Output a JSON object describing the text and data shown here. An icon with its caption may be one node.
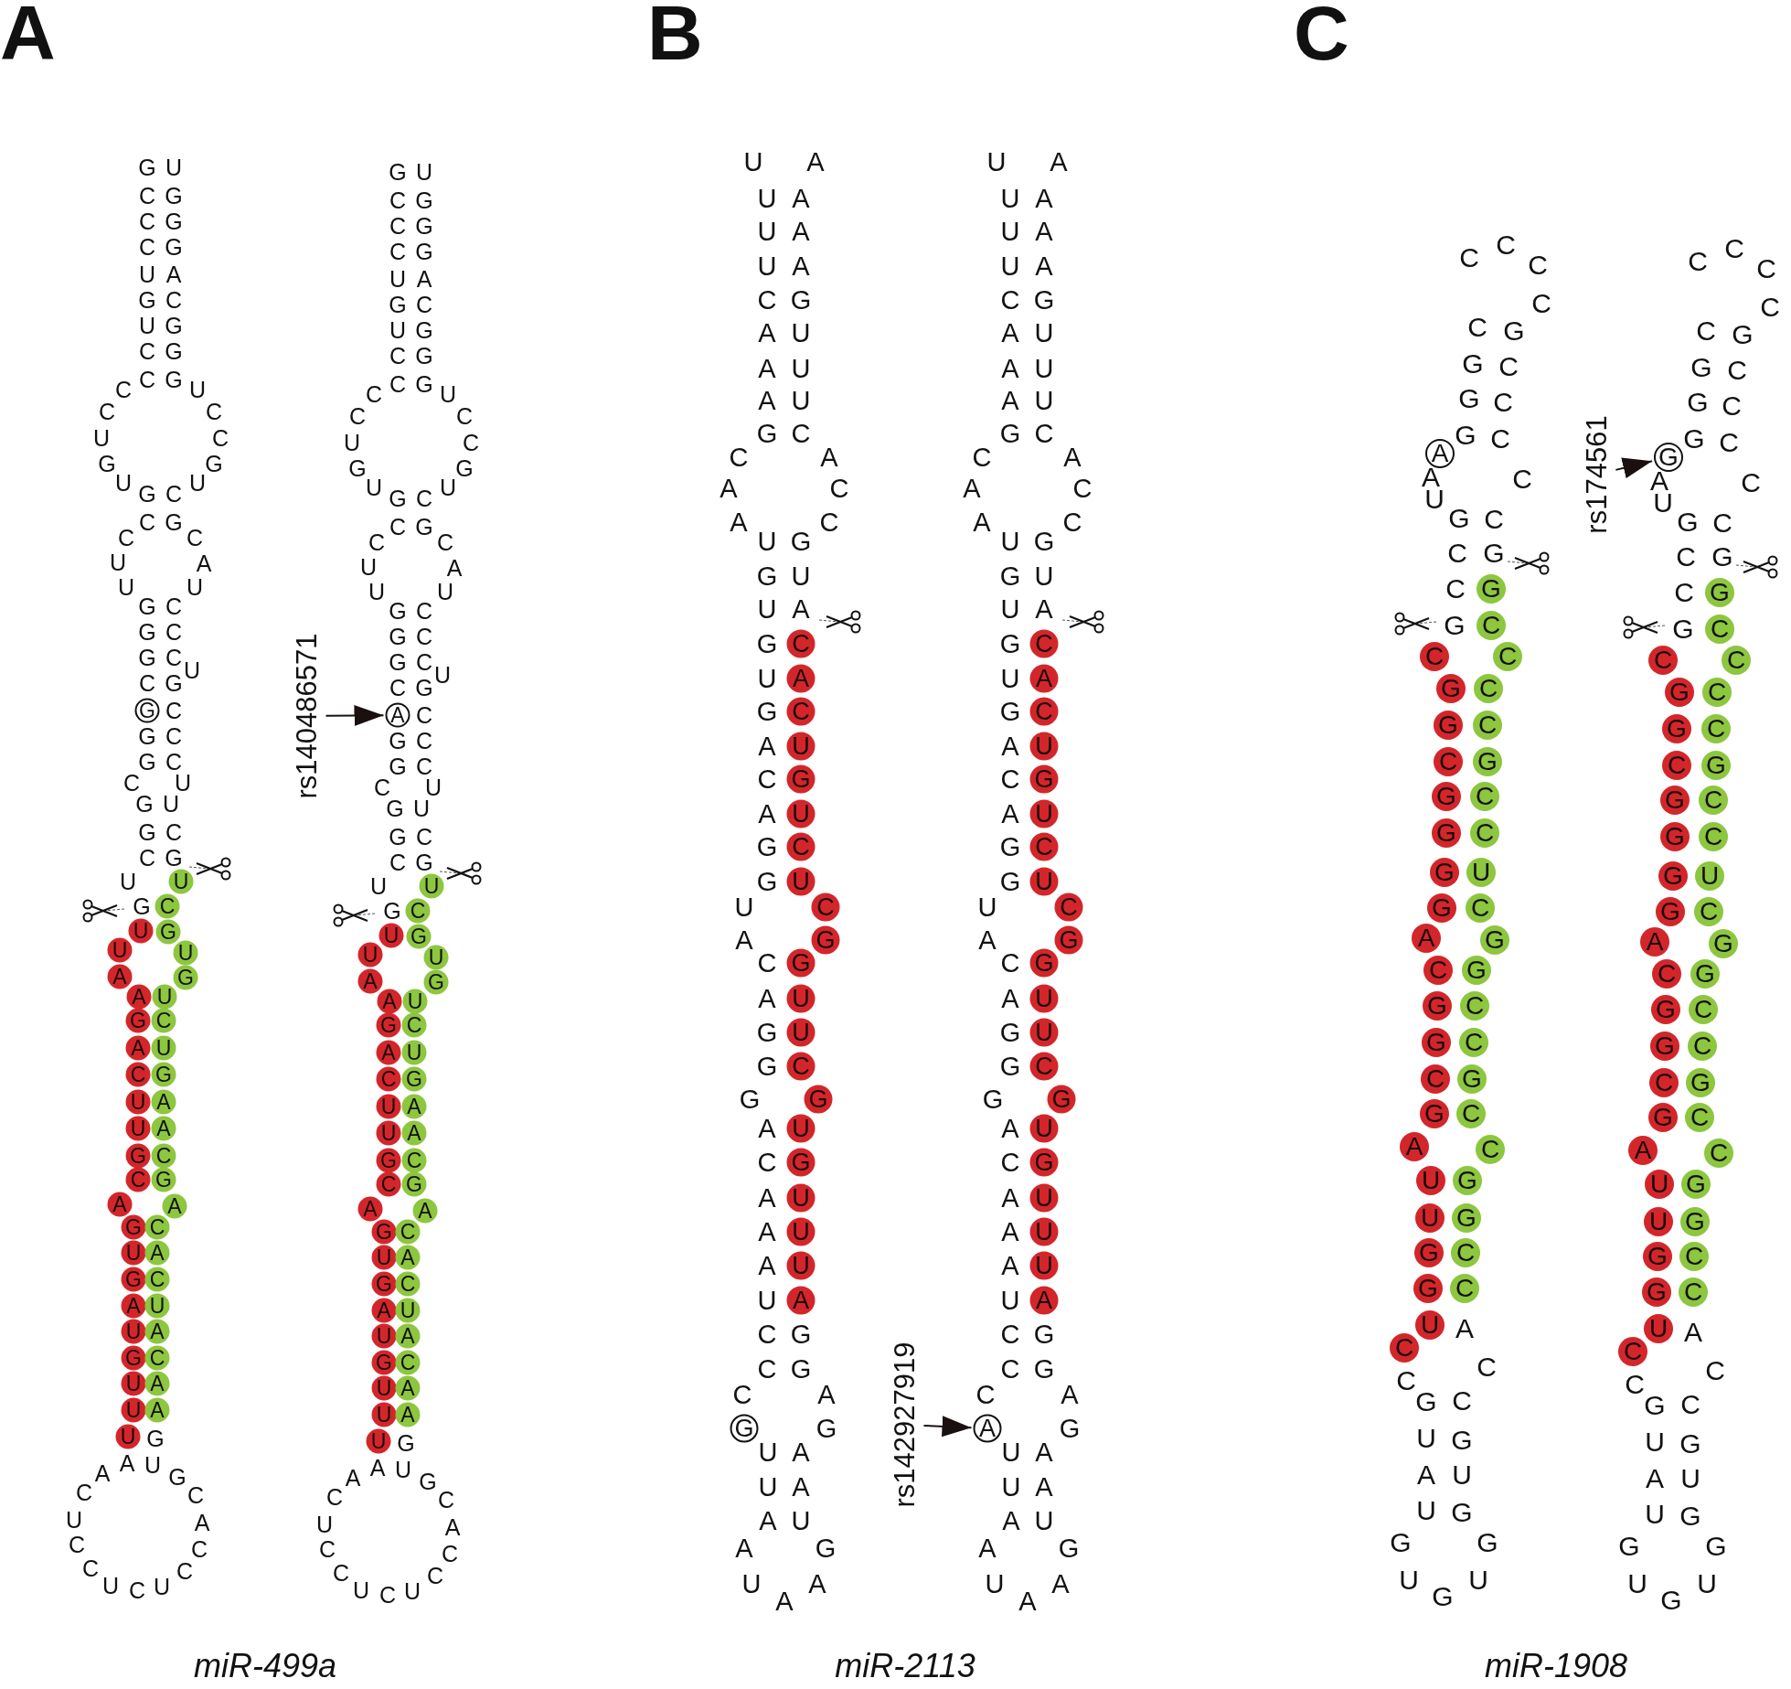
{
  "diagram": {
    "nodes": [
      {
        "text": [
          "G"
        ]
      },
      {
        "text": [
          "U"
        ]
      },
      {
        "text": [
          "C"
        ]
      },
      {
        "text": [
          "U"
        ]
      },
      {
        "text": [
          "G"
        ]
      },
      {
        "text": [
          "U"
        ]
      },
      {
        "text": [
          "U"
        ]
      },
      {
        "text": [
          "A"
        ]
      },
      {
        "text": [
          "G"
        ]
      },
      {
        "text": [
          "A"
        ]
      },
      {
        "text": [
          "U"
        ]
      },
      {
        "text": [
          "G"
        ]
      },
      {
        "text": [
          "C"
        ]
      },
      {
        "text": [
          "A"
        ]
      },
      {
        "text": [
          "U"
        ]
      },
      {
        "text": [
          "C"
        ]
      },
      {
        "text": [
          "G"
        ]
      },
      {
        "text": [
          "U"
        ]
      },
      {
        "text": [
          "A"
        ]
      },
      {
        "text": [
          "U"
        ]
      },
      {
        "text": [
          "A"
        ]
      },
      {
        "text": [
          "G"
        ]
      },
      {
        "text": [
          "C"
        ]
      },
      {
        "text": [
          "C"
        ]
      },
      {
        "text": [
          "G"
        ]
      },
      {
        "text": [
          "A"
        ]
      },
      {
        "text": [
          "A"
        ]
      },
      {
        "text": [
          "G"
        ]
      },
      {
        "text": [
          "C"
        ]
      },
      {
        "text": [
          "U"
        ]
      },
      {
        "text": [
          "A"
        ]
      },
      {
        "text": [
          "G"
        ]
      },
      {
        "text": [
          "C"
        ]
      },
      {
        "text": [
          "A"
        ]
      },
      {
        "text": [
          "U"
        ]
      },
      {
        "text": [
          "U"
        ]
      },
      {
        "text": [
          "A"
        ]
      },
      {
        "text": [
          "G"
        ]
      },
      {
        "text": [
          "C"
        ]
      },
      {
        "text": [
          "U"
        ]
      },
      {
        "text": [
          "A"
        ]
      },
      {
        "text": [
          "U"
        ]
      },
      {
        "text": [
          "A"
        ]
      },
      {
        "text": [
          "U"
        ]
      },
      {
        "text": [
          "A"
        ]
      },
      {
        "text": [
          "U"
        ]
      },
      {
        "text": [
          "C"
        ]
      },
      {
        "text": [
          "U"
        ]
      },
      {
        "text": [
          "G"
        ]
      },
      {
        "text": [
          "U"
        ]
      },
      {
        "text": [
          "U"
        ]
      },
      {
        "text": [
          "A"
        ]
      },
      {
        "text": [
          "G"
        ]
      },
      {
        "text": [
          "A"
        ]
      },
      {
        "text": [
          "U"
        ]
      },
      {
        "text": [
          "G"
        ]
      },
      {
        "text": [
          "C"
        ]
      },
      {
        "text": [
          "A"
        ]
      },
      {
        "text": [
          "U"
        ]
      },
      {
        "text": [
          "C"
        ]
      },
      {
        "text": [
          "G"
        ]
      },
      {
        "text": [
          "U"
        ]
      },
      {
        "text": [
          "A"
        ]
      },
      {
        "text": [
          "U"
        ]
      },
      {
        "text": [
          "A"
        ]
      },
      {
        "text": [
          "G"
        ]
      },
      {
        "text": [
          "C"
        ]
      },
      {
        "text": [
          "C"
        ]
      },
      {
        "text": [
          "G"
        ]
      },
      {
        "text": [
          "A"
        ]
      },
      {
        "text": [
          "A"
        ]
      },
      {
        "text": [
          "G"
        ]
      },
      {
        "text": [
          "C"
        ]
      },
      {
        "text": [
          "U"
        ]
      },
      {
        "text": [
          "A"
        ]
      },
      {
        "text": [
          "G"
        ]
      },
      {
        "text": [
          "C"
        ]
      },
      {
        "text": [
          "A"
        ]
      },
      {
        "text": [
          "U"
        ]
      },
      {
        "text": [
          "U"
        ]
      },
      {
        "text": [
          "A"
        ]
      },
      {
        "text": [
          "G"
        ]
      },
      {
        "text": [
          "C"
        ]
      },
      {
        "text": [
          "U"
        ]
      },
      {
        "text": [
          "A"
        ]
      },
      {
        "text": [
          "U"
        ]
      },
      {
        "text": [
          "A"
        ]
      },
      {
        "text": [
          "U"
        ]
      },
      {
        "text": [
          "rs140486571"
        ]
      },
      {
        "text": [
          "C"
        ]
      },
      {
        "text": [
          "A"
        ]
      },
      {
        "text": [
          "C"
        ]
      },
      {
        "text": [
          "U"
        ]
      },
      {
        "text": [
          "G"
        ]
      },
      {
        "text": [
          "U"
        ]
      },
      {
        "text": [
          "C"
        ]
      },
      {
        "text": [
          "U"
        ]
      },
      {
        "text": [
          "C"
        ]
      },
      {
        "text": [
          "G"
        ]
      },
      {
        "text": [
          "G"
        ]
      },
      {
        "text": [
          "U"
        ]
      },
      {
        "text": [
          "U"
        ]
      },
      {
        "text": [
          "C"
        ]
      },
      {
        "text": [
          "G"
        ]
      },
      {
        "text": [
          "U"
        ]
      },
      {
        "text": [
          "G"
        ]
      },
      {
        "text": [
          "U"
        ]
      },
      {
        "text": [
          "U"
        ]
      },
      {
        "text": [
          "U"
        ]
      },
      {
        "text": [
          "A"
        ]
      },
      {
        "text": [
          "G"
        ]
      },
      {
        "text": [
          "C"
        ]
      },
      {
        "text": [
          "A"
        ]
      },
      {
        "text": [
          "C"
        ]
      },
      {
        "text": [
          "U"
        ]
      },
      {
        "text": [
          "G"
        ]
      },
      {
        "text": [
          "U"
        ]
      },
      {
        "text": [
          "C"
        ]
      },
      {
        "text": [
          "U"
        ]
      },
      {
        "text": [
          "C"
        ]
      },
      {
        "text": [
          "G"
        ]
      },
      {
        "text": [
          "G"
        ]
      },
      {
        "text": [
          "U"
        ]
      },
      {
        "text": [
          "U"
        ]
      },
      {
        "text": [
          "C"
        ]
      },
      {
        "text": [
          "G"
        ]
      },
      {
        "text": [
          "U"
        ]
      },
      {
        "text": [
          "G"
        ]
      },
      {
        "text": [
          "U"
        ]
      },
      {
        "text": [
          "U"
        ]
      },
      {
        "text": [
          "U"
        ]
      },
      {
        "text": [
          "A"
        ]
      },
      {
        "text": [
          "A"
        ]
      },
      {
        "text": [
          "rs142927919"
        ]
      },
      {
        "text": [
          "A"
        ]
      },
      {
        "text": [
          "G"
        ]
      },
      {
        "text": [
          "C"
        ]
      },
      {
        "text": [
          "C"
        ]
      },
      {
        "text": [
          "C"
        ]
      },
      {
        "text": [
          "G"
        ]
      },
      {
        "text": [
          "C"
        ]
      },
      {
        "text": [
          "G"
        ]
      },
      {
        "text": [
          "C"
        ]
      },
      {
        "text": [
          "C"
        ]
      },
      {
        "text": [
          "G"
        ]
      },
      {
        "text": [
          "G"
        ]
      },
      {
        "text": [
          "C"
        ]
      },
      {
        "text": [
          "G"
        ]
      },
      {
        "text": [
          "C"
        ]
      },
      {
        "text": [
          "G"
        ]
      },
      {
        "text": [
          "U"
        ]
      },
      {
        "text": [
          "G"
        ]
      },
      {
        "text": [
          "C"
        ]
      },
      {
        "text": [
          "A"
        ]
      },
      {
        "text": [
          "G"
        ]
      },
      {
        "text": [
          "C"
        ]
      },
      {
        "text": [
          "G"
        ]
      },
      {
        "text": [
          "G"
        ]
      },
      {
        "text": [
          "C"
        ]
      },
      {
        "text": [
          "G"
        ]
      },
      {
        "text": [
          "C"
        ]
      },
      {
        "text": [
          "C"
        ]
      },
      {
        "text": [
          "G"
        ]
      },
      {
        "text": [
          "G"
        ]
      },
      {
        "text": [
          "C"
        ]
      },
      {
        "text": [
          "A"
        ]
      },
      {
        "text": [
          "C"
        ]
      },
      {
        "text": [
          "U"
        ]
      },
      {
        "text": [
          "G"
        ]
      },
      {
        "text": [
          "U"
        ]
      },
      {
        "text": [
          "G"
        ]
      },
      {
        "text": [
          "G"
        ]
      },
      {
        "text": [
          "C"
        ]
      },
      {
        "text": [
          "G"
        ]
      },
      {
        "text": [
          "C"
        ]
      },
      {
        "text": [
          "U"
        ]
      },
      {
        "text": [
          "C"
        ]
      },
      {
        "text": [
          "G"
        ]
      },
      {
        "text": [
          "G"
        ]
      },
      {
        "text": [
          "C"
        ]
      },
      {
        "text": [
          "C"
        ]
      },
      {
        "text": [
          "C"
        ]
      },
      {
        "text": [
          "G"
        ]
      },
      {
        "text": [
          "C"
        ]
      },
      {
        "text": [
          "G"
        ]
      },
      {
        "text": [
          "C"
        ]
      },
      {
        "text": [
          "C"
        ]
      },
      {
        "text": [
          "G"
        ]
      },
      {
        "text": [
          "G"
        ]
      },
      {
        "text": [
          "C"
        ]
      },
      {
        "text": [
          "G"
        ]
      },
      {
        "text": [
          "C"
        ]
      },
      {
        "text": [
          "G"
        ]
      },
      {
        "text": [
          "U"
        ]
      },
      {
        "text": [
          "G"
        ]
      },
      {
        "text": [
          "C"
        ]
      },
      {
        "text": [
          "A"
        ]
      },
      {
        "text": [
          "G"
        ]
      },
      {
        "text": [
          "C"
        ]
      },
      {
        "text": [
          "G"
        ]
      },
      {
        "text": [
          "G"
        ]
      },
      {
        "text": [
          "C"
        ]
      },
      {
        "text": [
          "G"
        ]
      },
      {
        "text": [
          "C"
        ]
      },
      {
        "text": [
          "C"
        ]
      },
      {
        "text": [
          "G"
        ]
      },
      {
        "text": [
          "G"
        ]
      },
      {
        "text": [
          "C"
        ]
      },
      {
        "text": [
          "A"
        ]
      },
      {
        "text": [
          "C"
        ]
      },
      {
        "text": [
          "U"
        ]
      },
      {
        "text": [
          "G"
        ]
      },
      {
        "text": [
          "U"
        ]
      },
      {
        "text": [
          "G"
        ]
      },
      {
        "text": [
          "G"
        ]
      },
      {
        "text": [
          "C"
        ]
      },
      {
        "text": [
          "G"
        ]
      },
      {
        "text": [
          "C"
        ]
      },
      {
        "text": [
          "U"
        ]
      },
      {
        "text": [
          "C"
        ]
      },
      {
        "text": [
          "rs174561"
        ]
      }
    ],
    "edges": [
      {
        "from": 88,
        "to": 44,
        "arrow": "to"
      },
      {
        "from": 133,
        "to": 132,
        "arrow": "to"
      },
      {
        "from": 220,
        "to": 177,
        "arrow": "to"
      }
    ],
    "labels": [
      "A",
      "G",
      "U",
      "C",
      "G",
      "C",
      "G",
      "C",
      "G",
      "U",
      "A",
      "G",
      "C",
      "U",
      "G",
      "C",
      "G",
      "C",
      "G",
      "C",
      "U",
      "C",
      "C",
      "U",
      "C",
      "G",
      "G",
      "U",
      "U",
      "G",
      "C",
      "C",
      "G",
      "C",
      "C",
      "U",
      "A",
      "U",
      "U",
      "G",
      "C",
      "G",
      "C",
      "G",
      "C",
      "U",
      "C",
      "G",
      "C",
      "G",
      "C",
      "G",
      "C",
      "C",
      "U",
      "G",
      "U",
      "G",
      "C",
      "C",
      "G",
      "U",
      "G",
      "G",
      "A",
      "U",
      "G",
      "C",
      "A",
      "C",
      "C",
      "U",
      "C",
      "U",
      "C",
      "C",
      "U",
      "C",
      "A",
      "G",
      "U",
      "C",
      "G",
      "C",
      "G",
      "C",
      "G",
      "U",
      "A",
      "G",
      "C",
      "U",
      "G",
      "C",
      "G",
      "C",
      "G",
      "C",
      "U",
      "C",
      "C",
      "U",
      "C",
      "G",
      "G",
      "U",
      "U",
      "G",
      "C",
      "C",
      "G",
      "C",
      "C",
      "U",
      "A",
      "U",
      "U",
      "G",
      "C",
      "G",
      "C",
      "G",
      "C",
      "U",
      "C",
      "G",
      "C",
      "G",
      "C",
      "G",
      "C",
      "C",
      "U",
      "G",
      "U",
      "G",
      "C",
      "C",
      "G",
      "U",
      "G",
      "G",
      "A",
      "U",
      "G",
      "C",
      "A",
      "C",
      "C",
      "U",
      "C",
      "U",
      "C",
      "C",
      "U",
      "C",
      "A",
      "miR-499a",
      "B",
      "U",
      "A",
      "U",
      "A",
      "U",
      "A",
      "U",
      "A",
      "C",
      "G",
      "A",
      "U",
      "A",
      "U",
      "A",
      "U",
      "G",
      "C",
      "C",
      "A",
      "A",
      "C",
      "A",
      "C",
      "U",
      "G",
      "G",
      "U",
      "U",
      "A",
      "G",
      "U",
      "G",
      "A",
      "C",
      "A",
      "G",
      "G",
      "U",
      "A",
      "C",
      "A",
      "G",
      "G",
      "G",
      "A",
      "C",
      "A",
      "A",
      "A",
      "U",
      "C",
      "G",
      "C",
      "G",
      "C",
      "A",
      "G",
      "U",
      "A",
      "U",
      "A",
      "A",
      "U",
      "A",
      "G",
      "U",
      "A",
      "A",
      "U",
      "A",
      "U",
      "A",
      "U",
      "A",
      "U",
      "A",
      "C",
      "G",
      "A",
      "U",
      "A",
      "U",
      "A",
      "U",
      "G",
      "C",
      "C",
      "A",
      "A",
      "C",
      "A",
      "C",
      "U",
      "G",
      "G",
      "U",
      "U",
      "A",
      "G",
      "U",
      "G",
      "A",
      "C",
      "A",
      "G",
      "G",
      "U",
      "A",
      "C",
      "A",
      "G",
      "G",
      "G",
      "A",
      "C",
      "A",
      "A",
      "A",
      "U",
      "C",
      "G",
      "C",
      "G",
      "C",
      "A",
      "G",
      "U",
      "A",
      "U",
      "A",
      "A",
      "U",
      "A",
      "G",
      "U",
      "A",
      "A",
      "miR-2113",
      "C",
      "C",
      "C",
      "C",
      "C",
      "C",
      "G",
      "G",
      "C",
      "G",
      "C",
      "G",
      "C",
      "A",
      "C",
      "U",
      "G",
      "C",
      "C",
      "G",
      "C",
      "G",
      "A",
      "C",
      "C",
      "G",
      "C",
      "U",
      "G",
      "A",
      "U",
      "U",
      "G",
      "G",
      "G",
      "U",
      "U",
      "G",
      "C",
      "C",
      "C",
      "C",
      "C",
      "G",
      "G",
      "C",
      "G",
      "C",
      "G",
      "C",
      "A",
      "C",
      "U",
      "G",
      "C",
      "C",
      "G",
      "C",
      "G",
      "A",
      "C",
      "C",
      "G",
      "C",
      "U",
      "G",
      "A",
      "U",
      "U",
      "G",
      "G",
      "G",
      "U",
      "U",
      "G",
      "miR-1908"
    ]
  }
}
